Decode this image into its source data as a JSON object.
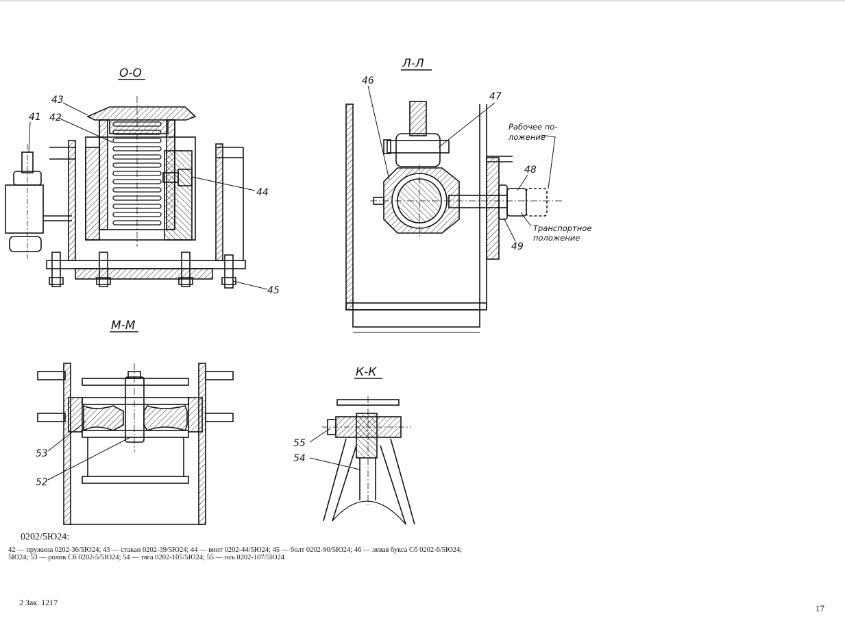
{
  "sections": {
    "oo": "О-О",
    "ll": "Л-Л",
    "mm": "М-М",
    "kk": "К-К"
  },
  "callouts": {
    "c41": "41",
    "c42": "42",
    "c43": "43",
    "c44": "44",
    "c45": "45",
    "c46": "46",
    "c47": "47",
    "c48": "48",
    "c49": "49",
    "c52": "52",
    "c53": "53",
    "c54": "54",
    "c55": "55"
  },
  "notes": {
    "working_1": "Рабочее по-",
    "working_2": "ложение",
    "transport_1": "Транспортное",
    "transport_2": "положение"
  },
  "caption": {
    "code": "0202/5Ю24:",
    "line1": "42 — пружина 0202-36/5Ю24; 43 — стакан 0202-39/5Ю24; 44 — винт 0202-44/5Ю24; 45 — болт 0202-90/5Ю24; 46 — левая букса Сб 0202-6/5Ю24;",
    "line2": "5Ю24; 53 — ролик Сб 0202-5/5Ю24; 54 — тяга 0202-105/5Ю24; 55 — ось 0202-107/5Ю24"
  },
  "footer": {
    "order": "2 Зак. 1217",
    "page": "17"
  }
}
